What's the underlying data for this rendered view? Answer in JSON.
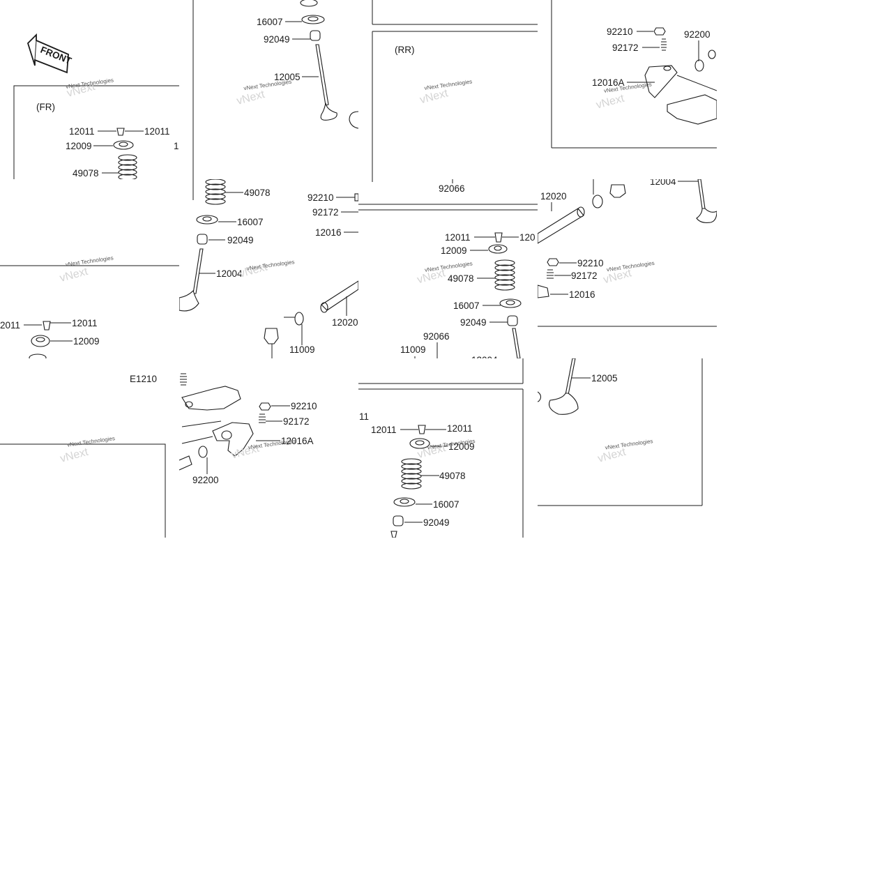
{
  "diagram": {
    "subassembly_tags": {
      "front": "(FR)",
      "rear": "(RR)"
    },
    "front_arrow_text": "FRONT",
    "figure_code": "E1210",
    "watermark": {
      "line1": "vNext Technologies",
      "line2": "vNext"
    },
    "labels": {
      "l12011": "12011",
      "l12009": "12009",
      "l49078": "49078",
      "l16007": "16007",
      "l92049": "92049",
      "l12005": "12005",
      "l12004": "12004",
      "l92210": "92210",
      "l92172": "92172",
      "l92200": "92200",
      "l12016A": "12016A",
      "l12016": "12016",
      "l12020": "12020",
      "l92066": "92066",
      "l11009": "11009",
      "frag_1": "1",
      "frag_2011": "2011",
      "frag_11": "11",
      "frag_120": "120",
      "frag_12004": "12004"
    }
  }
}
